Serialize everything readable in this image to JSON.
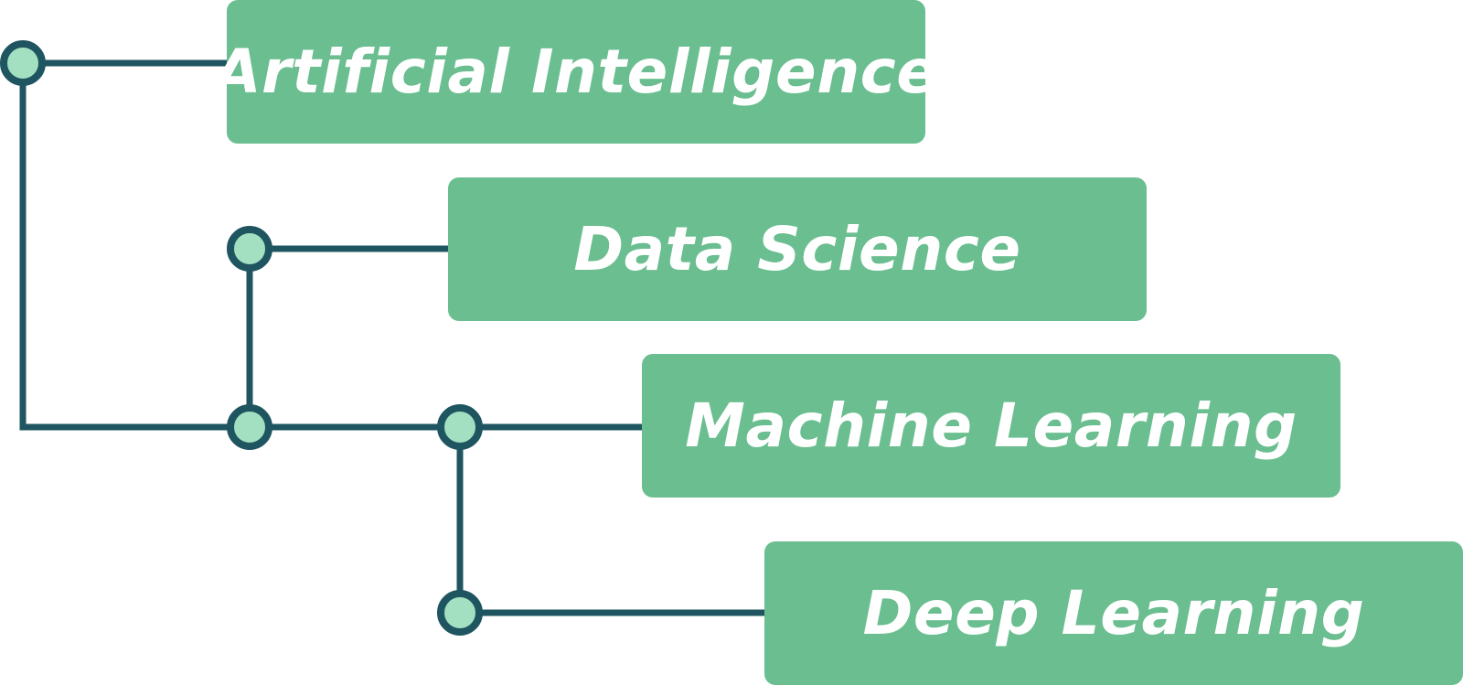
{
  "colors": {
    "box_fill": "#6abe8f",
    "box_text": "#ffffff",
    "line": "#1f5560",
    "node_fill": "#a3e0c1"
  },
  "boxes": {
    "artificial_intelligence": "Artificial Intelligence",
    "data_science": "Data Science",
    "machine_learning": "Machine Learning",
    "deep_learning": "Deep Learning"
  }
}
